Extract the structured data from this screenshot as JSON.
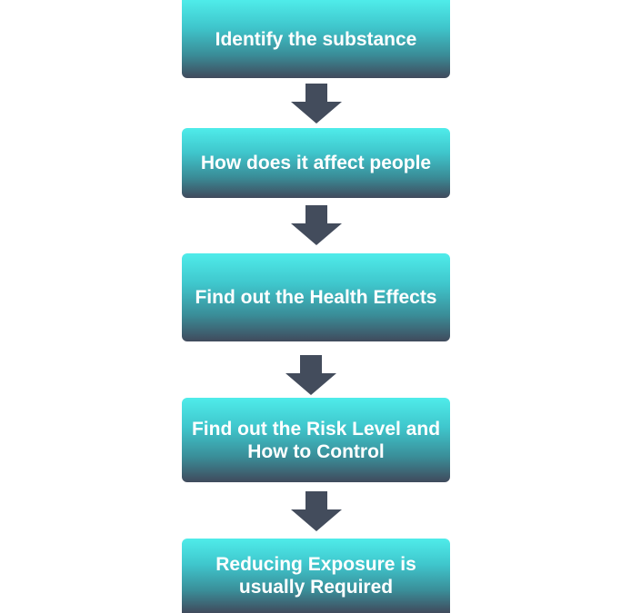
{
  "flow": {
    "steps": [
      {
        "label": "Identify the substance"
      },
      {
        "label": "How does it affect people"
      },
      {
        "label": "Find out the Health Effects"
      },
      {
        "label_line1": "Find out the Risk Level and",
        "label_line2": "How to Control"
      },
      {
        "label_line1": "Reducing Exposure is",
        "label_line2": "usually Required"
      }
    ],
    "colors": {
      "box_top": "#4fecea",
      "box_bottom": "#404a5c",
      "arrow": "#434c5c",
      "text": "#ffffff"
    }
  }
}
